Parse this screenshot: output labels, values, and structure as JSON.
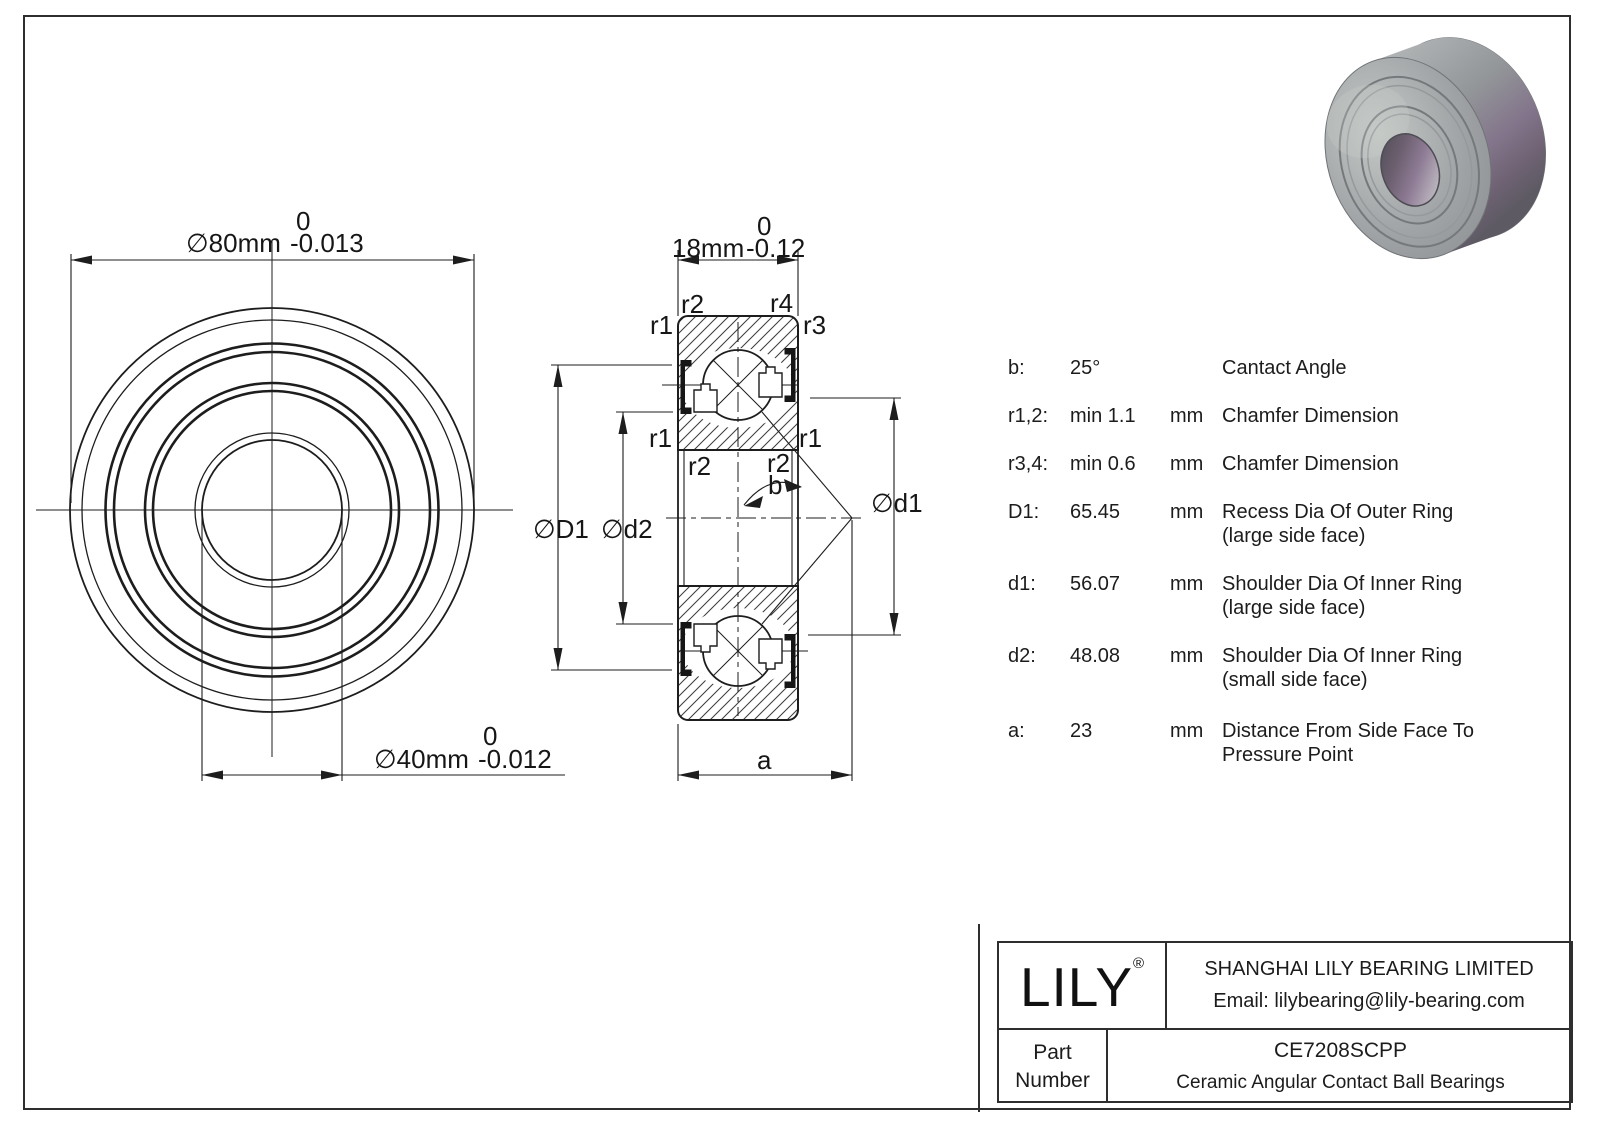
{
  "colors": {
    "line": "#1d1d1d",
    "background": "#ffffff"
  },
  "front_view": {
    "dim_outer_prefix": "∅80mm",
    "dim_outer_upper": "0",
    "dim_outer_lower": "-0.013",
    "dim_bore_prefix": "∅40mm",
    "dim_bore_upper": "0",
    "dim_bore_lower": "-0.012"
  },
  "side_view": {
    "dim_width_prefix": "18mm",
    "dim_width_upper": "0",
    "dim_width_lower": "-0.12",
    "label_r1": "r1",
    "label_r2": "r2",
    "label_r3": "r3",
    "label_r4": "r4",
    "label_b": "b",
    "label_D1": "∅D1",
    "label_d1": "∅d1",
    "label_d2": "∅d2",
    "label_a": "a"
  },
  "spec_table": {
    "rows": [
      {
        "label": "b:",
        "value": "25°",
        "unit": "",
        "desc": "Cantact Angle",
        "desc2": ""
      },
      {
        "label": "r1,2:",
        "value": "min 1.1",
        "unit": "mm",
        "desc": "Chamfer Dimension",
        "desc2": ""
      },
      {
        "label": "r3,4:",
        "value": "min 0.6",
        "unit": "mm",
        "desc": "Chamfer Dimension",
        "desc2": ""
      },
      {
        "label": "D1:",
        "value": "65.45",
        "unit": "mm",
        "desc": "Recess Dia Of Outer Ring",
        "desc2": "(large side face)"
      },
      {
        "label": "d1:",
        "value": "56.07",
        "unit": "mm",
        "desc": "Shoulder Dia Of Inner Ring",
        "desc2": "(large side face)"
      },
      {
        "label": "d2:",
        "value": "48.08",
        "unit": "mm",
        "desc": "Shoulder Dia Of Inner Ring",
        "desc2": "(small side face)"
      },
      {
        "label": "a:",
        "value": "23",
        "unit": "mm",
        "desc": "Distance From Side Face To",
        "desc2": "Pressure Point"
      }
    ]
  },
  "title_block": {
    "logo": "LILY",
    "registered": "®",
    "company": "SHANGHAI LILY BEARING LIMITED",
    "email": "Email: lilybearing@lily-bearing.com",
    "part_label_1": "Part",
    "part_label_2": "Number",
    "part_number": "CE7208SCPP",
    "part_description": "Ceramic Angular Contact Ball Bearings"
  }
}
